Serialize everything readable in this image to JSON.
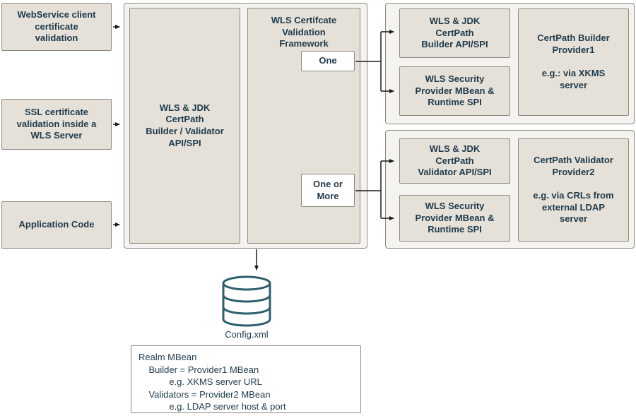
{
  "diagram": {
    "left_inputs": [
      {
        "label": "WebService client\ncertificate\nvalidation"
      },
      {
        "label": "SSL certificate\nvalidation inside a\nWLS Server"
      },
      {
        "label": "Application Code"
      }
    ],
    "core": {
      "api_box_label": "WLS & JDK\nCertPath\nBuilder / Validator\nAPI/SPI",
      "framework_title": "WLS Certifcate\nValidation\nFramework",
      "cardinality_one": "One",
      "cardinality_one_or_more": "One or\nMore"
    },
    "builder_group": {
      "api_label": "WLS & JDK\nCertPath\nBuilder API/SPI",
      "mbean_label": "WLS Security\nProvider MBean &\nRuntime SPI",
      "provider_label": "CertPath Builder\nProvider1\n\ne.g.: via XKMS\nserver"
    },
    "validator_group": {
      "api_label": "WLS & JDK\nCertPath\nValidator API/SPI",
      "mbean_label": "WLS Security\nProvider MBean &\nRuntime SPI",
      "provider_label": "CertPath Validator\nProvider2\n\ne.g. via CRLs from\nexternal LDAP\nserver"
    },
    "config": {
      "db_label": "Config.xml",
      "realm_text": "Realm MBean\n    Builder = Provider1 MBean\n            e.g. XKMS server URL\n    Validators = Provider2 MBean\n            e.g. LDAP server host & port"
    }
  },
  "colors": {
    "box_fill": "#e5e1d8",
    "box_border": "#8d8a82",
    "container_fill": "#f5f3ef",
    "text": "#1f3a4c",
    "arrow": "#1a1a1a",
    "cylinder_stroke": "#2e5f6d"
  }
}
